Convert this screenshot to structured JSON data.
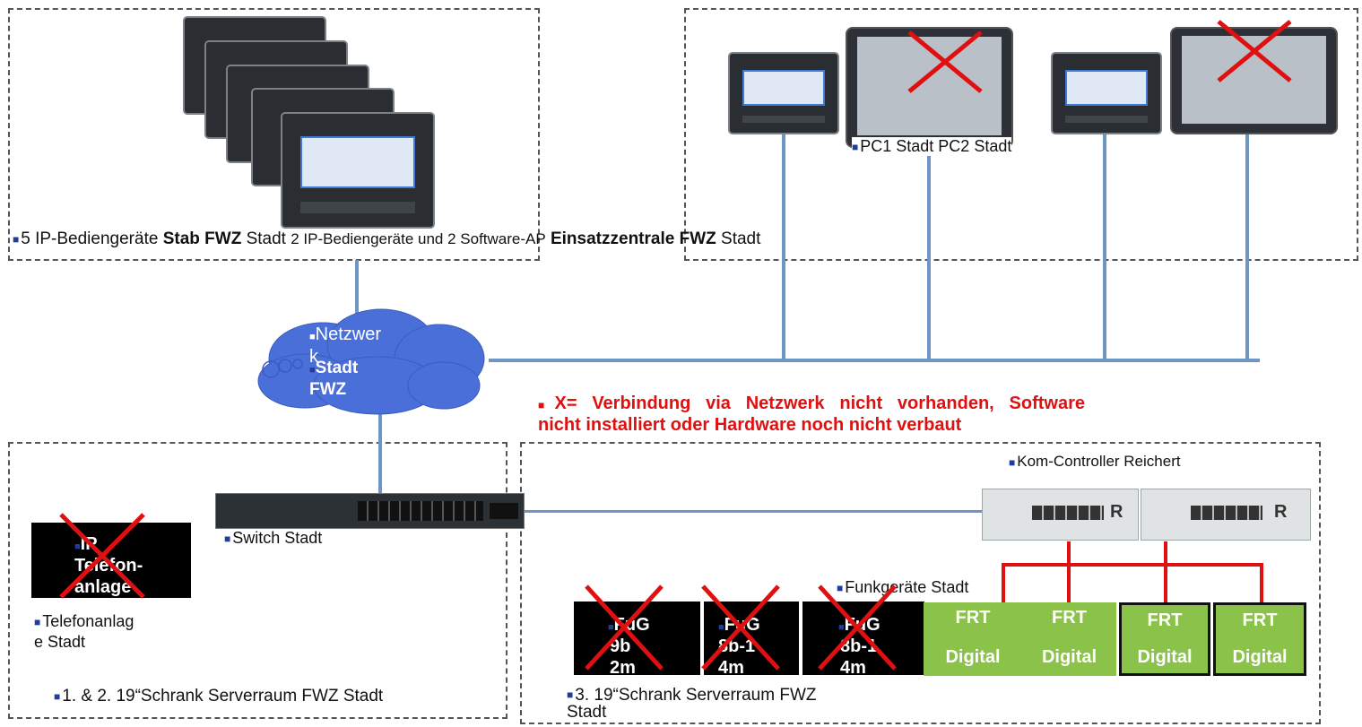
{
  "zones": {
    "stab": {
      "devices_label": "5 IP-Bediengeräte",
      "stab_bold": "Stab FWZ",
      "stadt": "Stadt"
    },
    "einsatz": {
      "label_pre": "2 IP-Bediengeräte und 2 Software-AP",
      "bold": "Einsatzzentrale FWZ",
      "stadt": "Stadt",
      "pc_label": "PC1 Stadt PC2 Stadt"
    },
    "serverraum12": {
      "label": "1. & 2. 19“Schrank Serverraum FWZ Stadt",
      "switch_label": "Switch Stadt",
      "ip_box_line1": "IP",
      "ip_box_line2": "Telefon-",
      "ip_box_line3": "anlage",
      "telefon_label_line1": "Telefonanlag",
      "telefon_label_line2": "e Stadt"
    },
    "serverraum3": {
      "label_line1": "3. 19“Schrank Serverraum FWZ",
      "label_line2": "Stadt",
      "kom_label": "Kom-Controller Reichert",
      "funk_label": "Funkgeräte Stadt"
    }
  },
  "cloud": {
    "line1": "Netzwer",
    "line2": "k",
    "line3": "Stadt",
    "line4": "FWZ"
  },
  "legend": {
    "line1": "X= Verbindung via Netzwerk nicht vorhanden, Software",
    "line2": "nicht installiert oder Hardware noch nicht verbaut",
    "color": "#e01010"
  },
  "fug_boxes": [
    {
      "l1": "FuG",
      "l2": "9b",
      "l3": "2m"
    },
    {
      "l1": "FuG",
      "l2": "8b-1",
      "l3": "4m"
    },
    {
      "l1": "FuG",
      "l2": "8b-1",
      "l3": "4m"
    }
  ],
  "frt_boxes": [
    {
      "l1": "FRT",
      "l2": "Digital"
    },
    {
      "l1": "FRT",
      "l2": "Digital"
    },
    {
      "l1": "FRT",
      "l2": "Digital"
    },
    {
      "l1": "FRT",
      "l2": "Digital"
    }
  ],
  "colors": {
    "line": "#6f95c4",
    "green": "#8bc34a",
    "cross": "#e01010",
    "cloud": "#4a6fd8"
  }
}
